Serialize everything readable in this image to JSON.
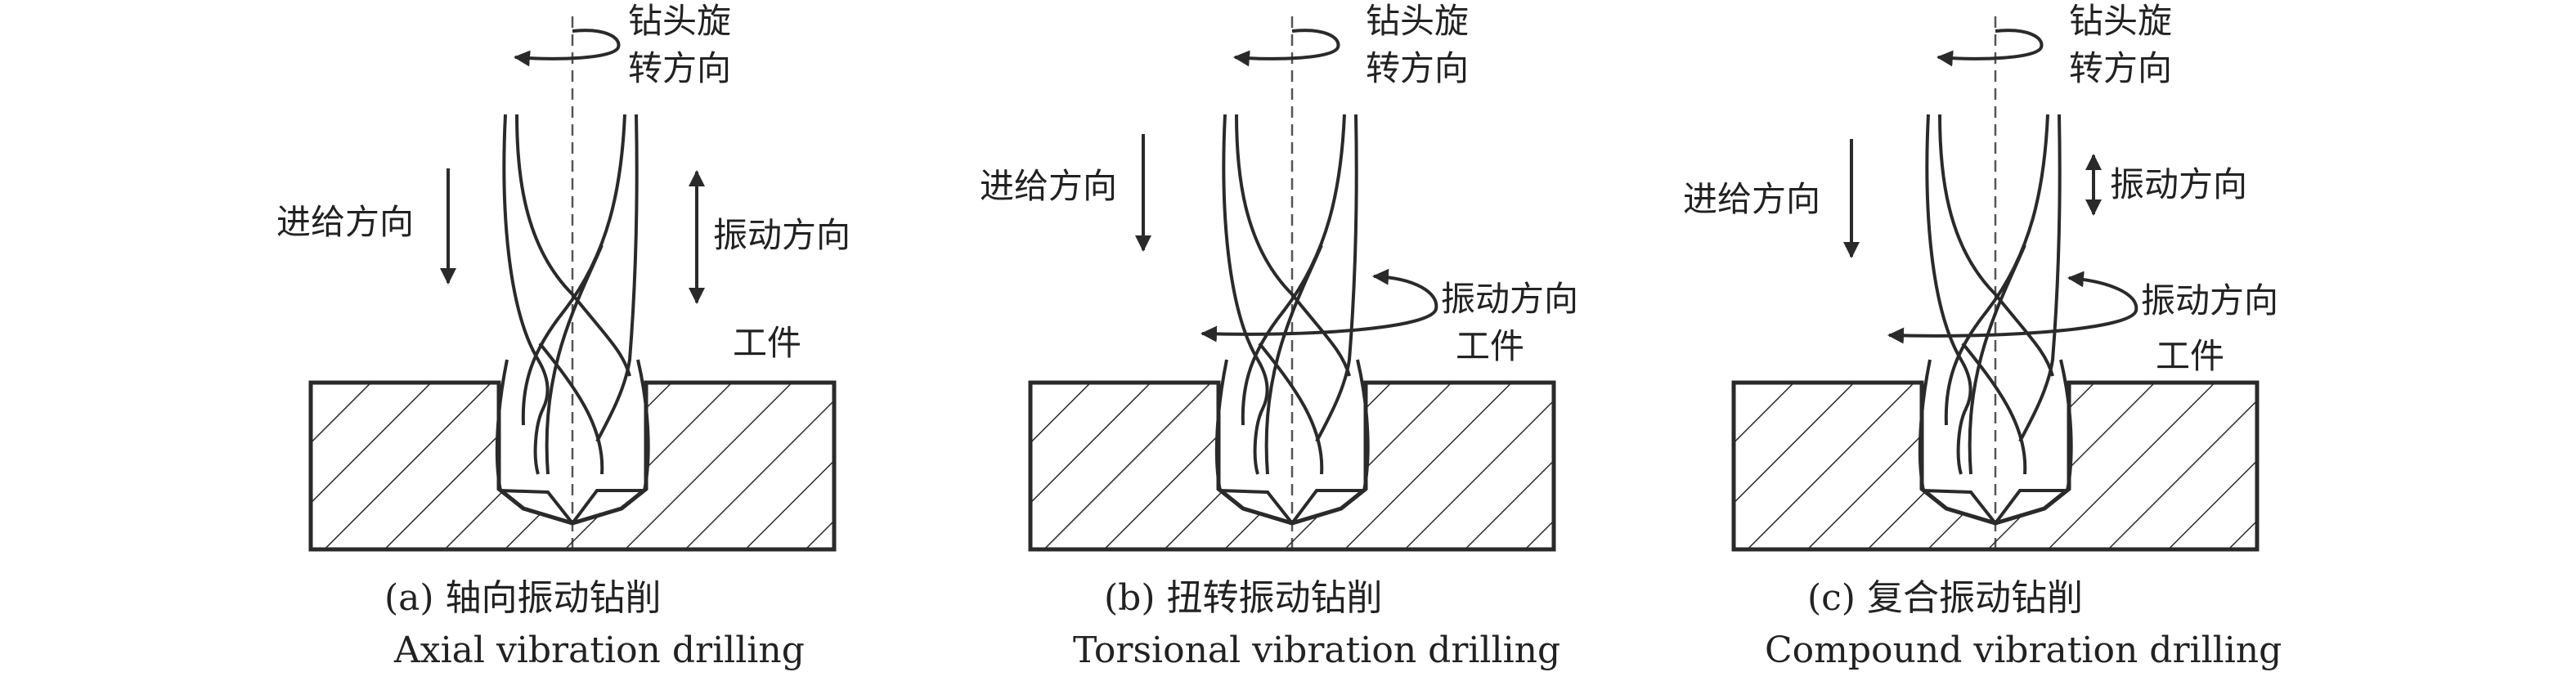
{
  "panels": [
    {
      "id": "a",
      "rotation_label_line1": "钻头旋",
      "rotation_label_line2": "转方向",
      "feed_label": "进给方向",
      "vibration_label": "振动方向",
      "workpiece_label": "工件",
      "caption_zh": "(a) 轴向振动钻削",
      "caption_en": "Axial vibration drilling"
    },
    {
      "id": "b",
      "rotation_label_line1": "钻头旋",
      "rotation_label_line2": "转方向",
      "feed_label": "进给方向",
      "vibration_label": "振动方向",
      "workpiece_label": "工件",
      "caption_zh": "(b) 扭转振动钻削",
      "caption_en": "Torsional vibration drilling"
    },
    {
      "id": "c",
      "rotation_label_line1": "钻头旋",
      "rotation_label_line2": "转方向",
      "feed_label": "进给方向",
      "vibration_axial_label": "振动方向",
      "vibration_torsional_label": "振动方向",
      "workpiece_label": "工件",
      "caption_zh": "(c) 复合振动钻削",
      "caption_en": "Compound vibration drilling"
    }
  ],
  "colors": {
    "line": "#2a2a2a",
    "text": "#222222",
    "background": "#ffffff"
  }
}
